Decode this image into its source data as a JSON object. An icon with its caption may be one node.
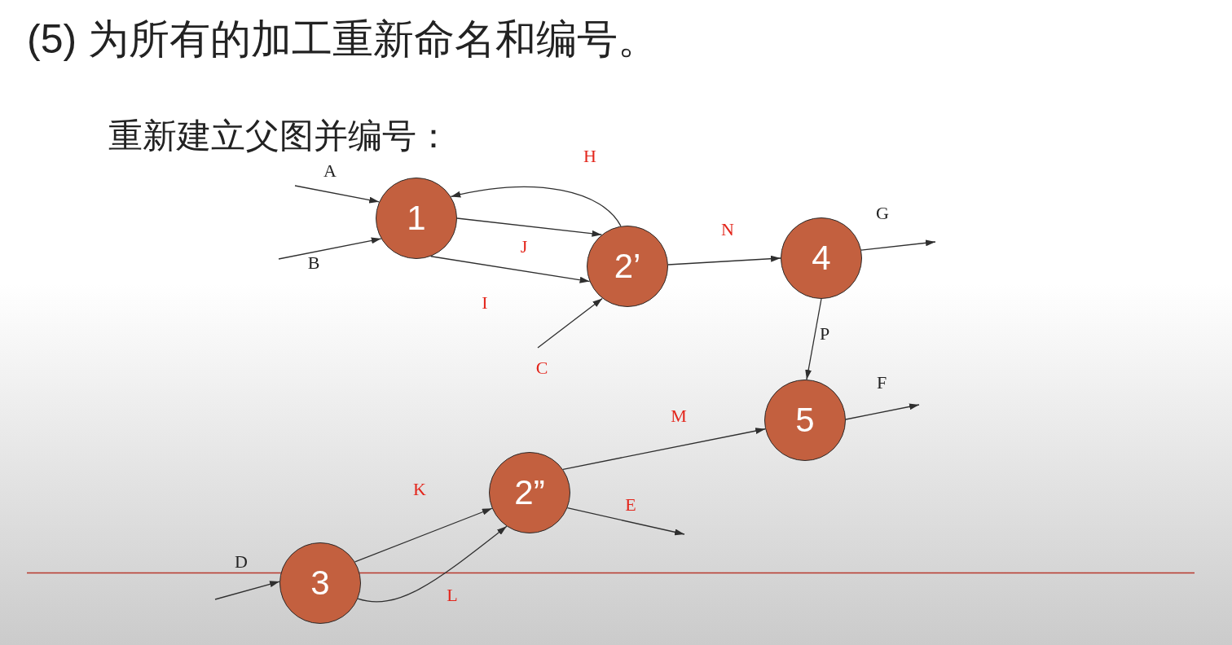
{
  "diagram": {
    "title": "(5) 为所有的加工重新命名和编号。",
    "nodes": [
      {
        "text": [
          "1"
        ]
      },
      {
        "text": [
          "2’"
        ]
      },
      {
        "text": [
          "4"
        ]
      },
      {
        "text": [
          "5"
        ]
      },
      {
        "text": [
          "2”"
        ]
      },
      {
        "text": [
          "3"
        ]
      }
    ],
    "edges": [
      {
        "from": null,
        "to": 0,
        "arrow": "to",
        "label": "A"
      },
      {
        "from": null,
        "to": 0,
        "arrow": "to",
        "label": "B"
      },
      {
        "from": 1,
        "to": 0,
        "arrow": "to",
        "label": "H"
      },
      {
        "from": 0,
        "to": 1,
        "arrow": "to",
        "label": "J"
      },
      {
        "from": 0,
        "to": 1,
        "arrow": "to",
        "label": "I"
      },
      {
        "from": null,
        "to": 1,
        "arrow": "to",
        "label": "C"
      },
      {
        "from": 1,
        "to": 2,
        "arrow": "to",
        "label": "N"
      },
      {
        "from": 2,
        "to": null,
        "arrow": "to",
        "label": "G"
      },
      {
        "from": 2,
        "to": 3,
        "arrow": "to",
        "label": "P"
      },
      {
        "from": 3,
        "to": null,
        "arrow": "to",
        "label": "F"
      },
      {
        "from": 4,
        "to": 3,
        "arrow": "to",
        "label": "M"
      },
      {
        "from": 4,
        "to": null,
        "arrow": "to",
        "label": "E"
      },
      {
        "from": 5,
        "to": 4,
        "arrow": "to",
        "label": "K"
      },
      {
        "from": 5,
        "to": 4,
        "arrow": "to",
        "label": "L"
      },
      {
        "from": null,
        "to": 5,
        "arrow": "to",
        "label": "D"
      }
    ],
    "labels": [
      "重新建立父图并编号："
    ]
  }
}
